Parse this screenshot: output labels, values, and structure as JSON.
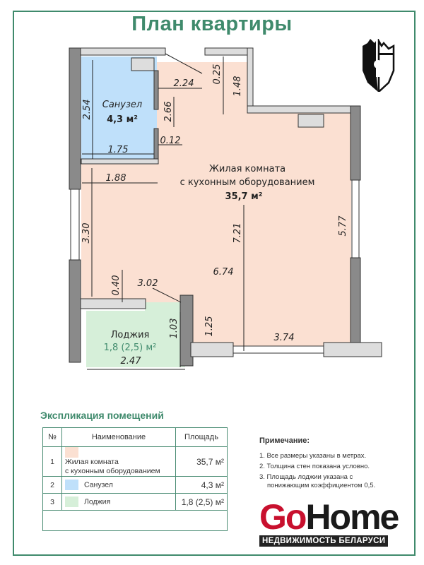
{
  "title": "План квартиры",
  "colors": {
    "accent": "#3f8a6c",
    "living": "#fbe0d2",
    "bath": "#bfe0fa",
    "loggia": "#d6efd9",
    "wall": "#8a8a8a"
  },
  "rooms": {
    "bath": {
      "name": "Санузел",
      "area": "4,3 м²"
    },
    "living": {
      "name1": "Жилая комната",
      "name2": "с кухонным оборудованием",
      "area": "35,7 м²"
    },
    "loggia": {
      "name": "Лоджия",
      "area": "1,8 (2,5) м²"
    }
  },
  "dims": {
    "d224": "2.24",
    "d025": "0.25",
    "d148": "1.48",
    "d254": "2.54",
    "d266": "2.66",
    "d012": "0.12",
    "d175": "1.75",
    "d188": "1.88",
    "d330": "3.30",
    "d721": "7.21",
    "d577": "5.77",
    "d674": "6.74",
    "d040": "0.40",
    "d302": "3.02",
    "d103": "1.03",
    "d125": "1.25",
    "d374": "3.74",
    "d247": "2.47"
  },
  "explication": {
    "title": "Экспликация помещений",
    "headers": [
      "№",
      "Наименование",
      "Площадь"
    ],
    "rows": [
      {
        "n": "1",
        "name1": "Жилая комната",
        "name2": "с кухонным оборудованием",
        "area": "35,7 м²"
      },
      {
        "n": "2",
        "name1": "Санузел",
        "area": "4,3 м²"
      },
      {
        "n": "3",
        "name1": "Лоджия",
        "area": "1,8 (2,5) м²"
      }
    ]
  },
  "notes": {
    "title": "Примечание:",
    "items": [
      "1. Все размеры указаны в метрах.",
      "2. Толщина стен показана условно.",
      "3. Площадь лоджии указана с",
      "понижающим коэффициентом 0,5."
    ]
  },
  "logo": {
    "go": "Go",
    "home": "Home",
    "sub": "НЕДВИЖИМОСТЬ БЕЛАРУСИ"
  }
}
